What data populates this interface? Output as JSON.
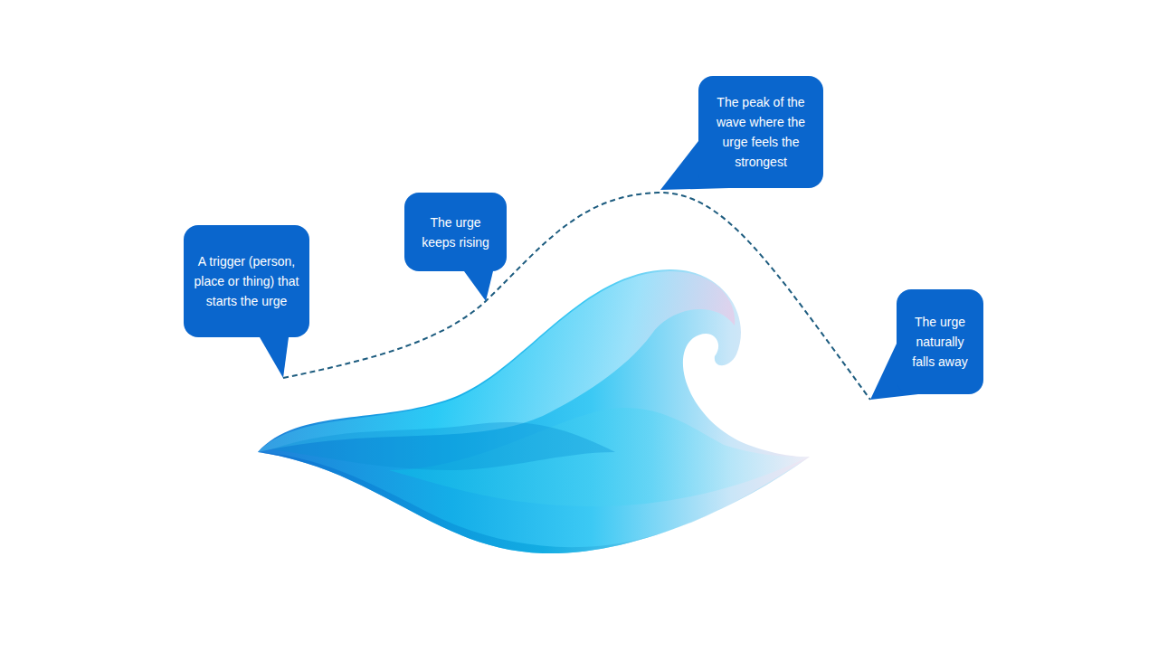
{
  "diagram": {
    "nodes": [
      {
        "text": [
          "A trigger (person, place or thing) that starts the urge"
        ]
      },
      {
        "text": [
          "The urge keeps rising"
        ]
      },
      {
        "text": [
          "The peak of the wave where the urge feels the strongest"
        ]
      },
      {
        "text": [
          "The urge naturally falls away"
        ]
      }
    ]
  }
}
